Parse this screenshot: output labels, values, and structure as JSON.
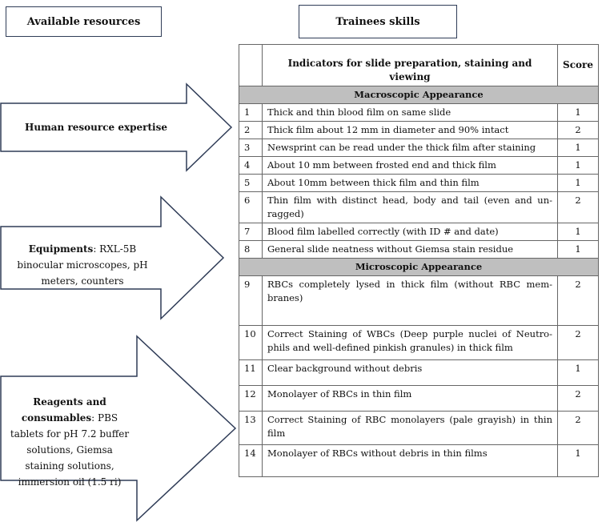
{
  "headers": {
    "available_resources": "Available resources",
    "trainees_skills": "Trainees skills"
  },
  "resources": [
    {
      "bold": "Human resource expertise",
      "rest": ""
    },
    {
      "bold": "Equipments",
      "rest": ": RXL-5B binocular microscopes, pH meters, counters"
    },
    {
      "bold": "Reagents and consumables",
      "rest": ": PBS tablets for pH 7.2 buffer solutions, Giemsa staining solutions, immersion oil (1.5 ri)"
    }
  ],
  "table": {
    "col_indicator": "Indicators for slide preparation, staining and viewing",
    "col_score": "Score",
    "sections": [
      {
        "title": "Macroscopic Appearance",
        "rows": [
          {
            "n": "1",
            "text": "Thick and thin blood film on same slide",
            "score": "1"
          },
          {
            "n": "2",
            "text": "Thick film about 12 mm in diameter and 90% intact",
            "score": "2"
          },
          {
            "n": "3",
            "text": "Newsprint can be read under the thick film after staining",
            "score": "1"
          },
          {
            "n": "4",
            "text": "About 10 mm between frosted end and thick film",
            "score": "1"
          },
          {
            "n": "5",
            "text": "About 10mm between thick film and thin film",
            "score": "1"
          },
          {
            "n": "6",
            "text": "Thin film with distinct head, body and tail (even and un-ragged)",
            "score": "2"
          },
          {
            "n": "7",
            "text": "Blood film labelled correctly (with ID # and date)",
            "score": "1"
          },
          {
            "n": "8",
            "text": "General slide neatness without Giemsa stain residue",
            "score": "1"
          }
        ]
      },
      {
        "title": "Microscopic Appearance",
        "rows": [
          {
            "n": "9",
            "text": "RBCs completely lysed in thick film (without RBC mem-branes)",
            "score": "2"
          },
          {
            "n": "10",
            "text": "Correct Staining of WBCs (Deep purple nuclei of Neutro-phils and well-defined pinkish granules) in thick film",
            "score": "2"
          },
          {
            "n": "11",
            "text": "Clear background without debris",
            "score": "1"
          },
          {
            "n": "12",
            "text": "Monolayer of RBCs in thin film",
            "score": "2"
          },
          {
            "n": "13",
            "text": "Correct Staining of RBC monolayers (pale grayish) in thin film",
            "score": "2"
          },
          {
            "n": "14",
            "text": "Monolayer of RBCs without debris in thin films",
            "score": "1"
          }
        ]
      }
    ]
  }
}
